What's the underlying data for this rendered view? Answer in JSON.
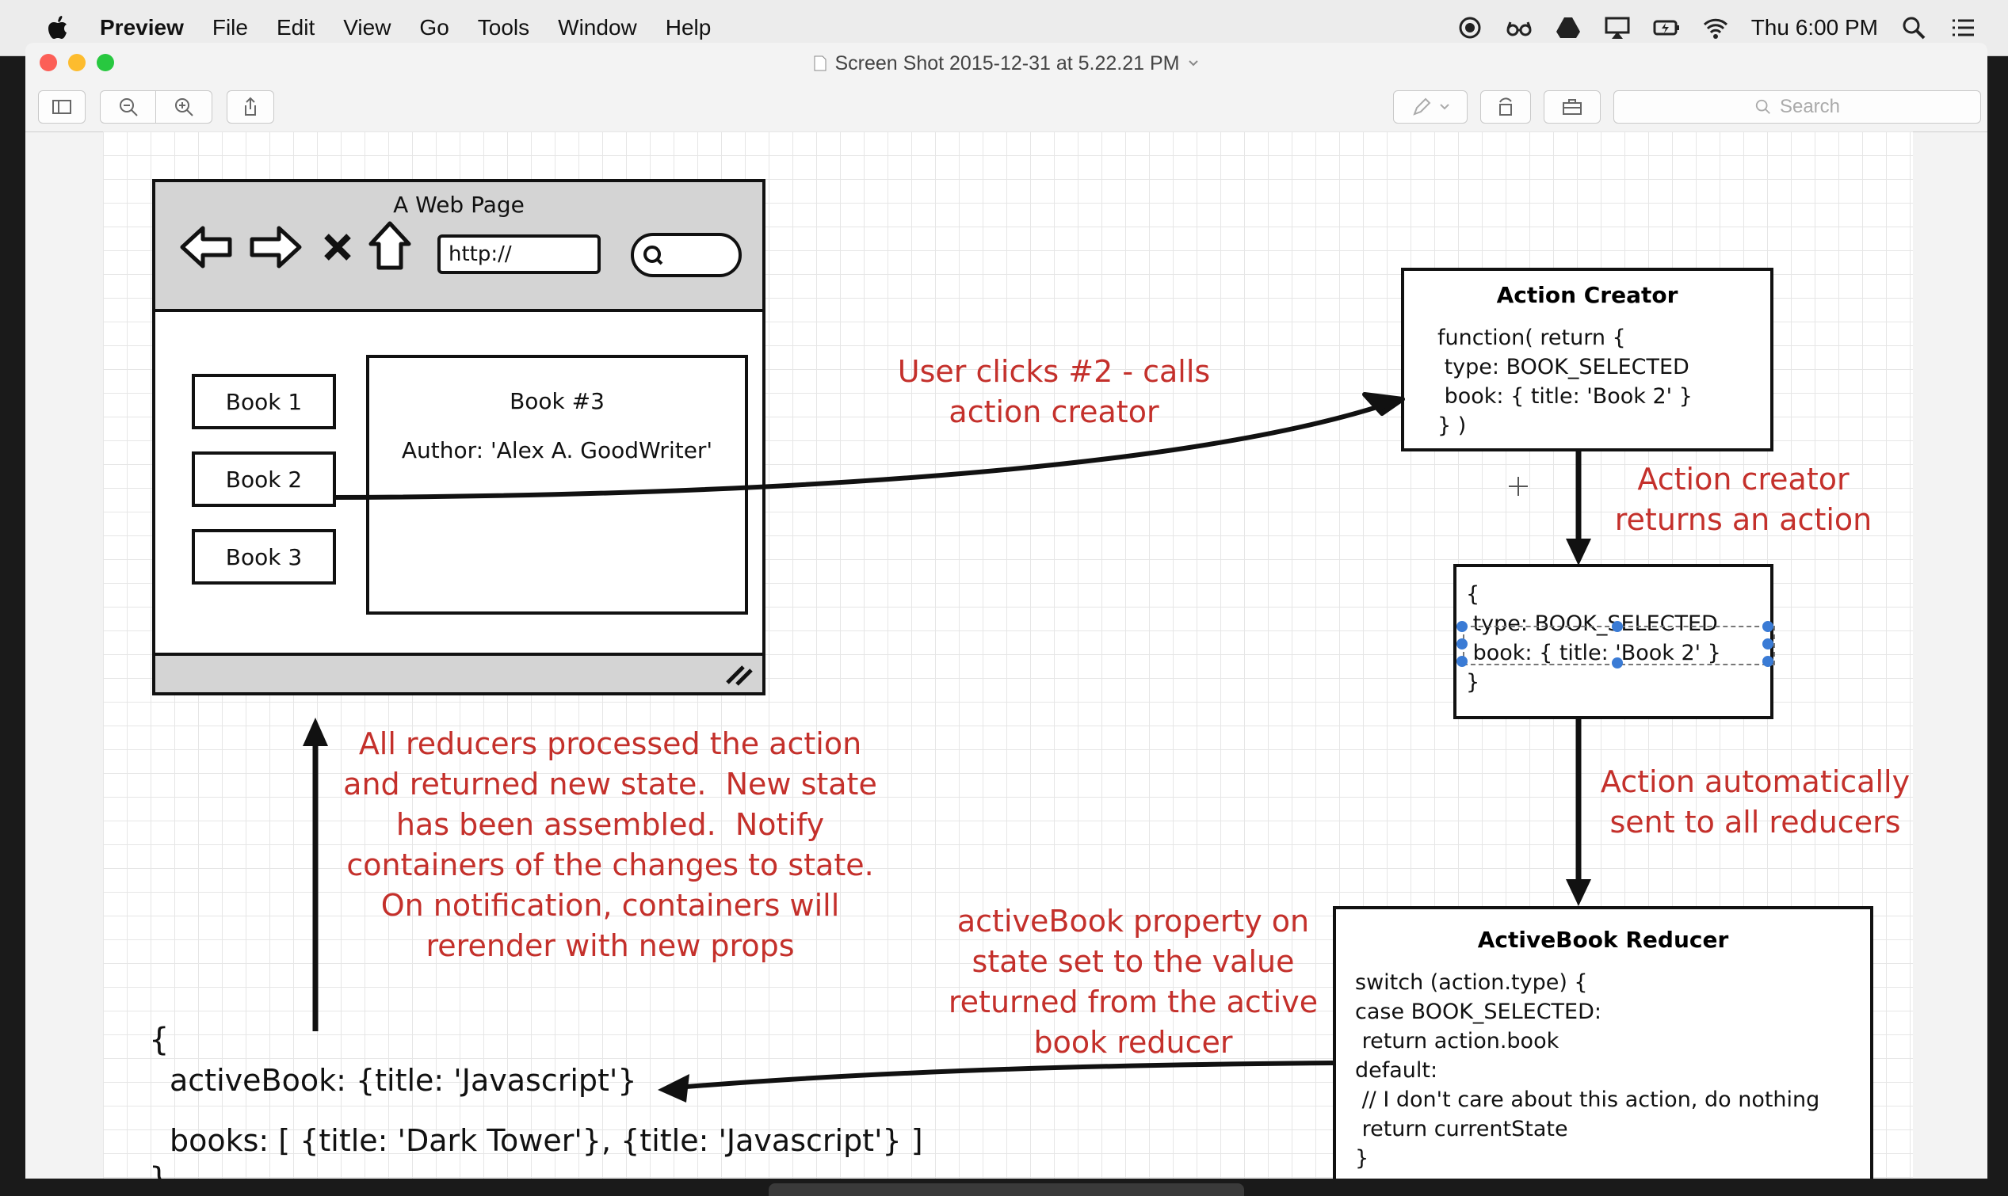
{
  "menubar": {
    "app_name": "Preview",
    "items": [
      "File",
      "Edit",
      "View",
      "Go",
      "Tools",
      "Window",
      "Help"
    ],
    "clock": "Thu 6:00 PM"
  },
  "window": {
    "title": "Screen Shot 2015-12-31 at 5.22.21 PM",
    "search_placeholder": "Search"
  },
  "diagram": {
    "web_page": {
      "title": "A Web Page",
      "url": "http://",
      "books": [
        "Book 1",
        "Book 2",
        "Book 3"
      ],
      "detail_title": "Book #3",
      "detail_author": "Author: 'Alex A. GoodWriter'"
    },
    "action_creator": {
      "title": "Action Creator",
      "code": "function( return {\n type: BOOK_SELECTED\n book: { title: 'Book 2' }\n} )"
    },
    "action_object": {
      "code": "{\n type: BOOK_SELECTED\n book: { title: 'Book 2' }\n}"
    },
    "reducer": {
      "title": "ActiveBook Reducer",
      "code": "switch (action.type) {\ncase BOOK_SELECTED:\n return action.book\ndefault:\n // I don't care about this action, do nothing\n return currentState\n}"
    },
    "state": {
      "open": "{",
      "active_book": "activeBook: {title: 'Javascript'}",
      "books": "books: [ {title: 'Dark Tower'}, {title: 'Javascript'} ]",
      "close": "}"
    },
    "notes": {
      "user_clicks": "User clicks #2 - calls\naction creator",
      "returns_action": "Action creator\nreturns an action",
      "sent_to_reducers": "Action automatically\nsent to all reducers",
      "active_book_set": "activeBook property on\nstate set to the value\nreturned from the active\nbook reducer",
      "all_reducers": "All reducers processed the action\nand returned new state.  New state\nhas been assembled.  Notify\ncontainers of the changes to state.\nOn notification, containers will\nrerender with new props"
    }
  }
}
